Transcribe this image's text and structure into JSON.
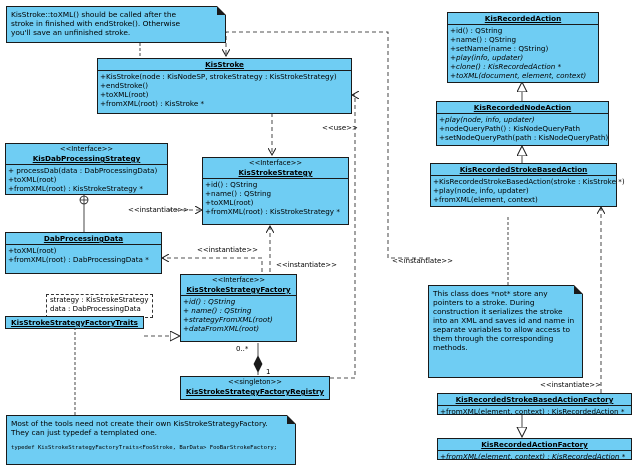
{
  "notes": {
    "tostroke": {
      "lines": [
        "KisStroke::toXML() should be called after the",
        "stroke in finished with endStroke(). Otherwise",
        "you'll save an unfinished stroke."
      ]
    },
    "no_pointer": {
      "text": "This class does *not* store any pointers to a stroke. During construction it serializes the stroke into an XML and saves id and name in separate variables to allow access to them through the corresponding methods."
    },
    "tools": {
      "lines": [
        "Most of the tools need not create their own KisStrokeStrategyFactory.",
        "They can just typedef a templated one."
      ],
      "code": "typedef KisStrokeStrategyFactoryTraits<FooStroke, BarData> FooBarStrokeFactory;"
    }
  },
  "classes": {
    "kis_stroke": {
      "name": "KisStroke",
      "ops": [
        "+KisStroke(node : KisNodeSP, strokeStrategy : KisStrokeStrategy)",
        "+endStroke()",
        "+toXML(root)",
        "+fromXML(root) : KisStroke *"
      ]
    },
    "dab_strategy": {
      "stereotype": "<<Interface>>",
      "name": "KisDabProcessingStrategy",
      "ops": [
        "+ processDab(data : DabProcessingData)",
        "+toXML(root)",
        "+fromXML(root) : KisStrokeStrategy *"
      ]
    },
    "stroke_strategy": {
      "stereotype": "<<Interface>>",
      "name": "KisStrokeStrategy",
      "ops": [
        "+id() : QString",
        "+name() : QString",
        "+toXML(root)",
        "+fromXML(root) : KisStrokeStrategy *"
      ]
    },
    "dab_data": {
      "name": "DabProcessingData",
      "ops": [
        "+toXML(root)",
        "+fromXML(root) : DabProcessingData *"
      ]
    },
    "factory": {
      "stereotype": "<<Interface>>",
      "name": "KisStrokeStrategyFactory",
      "ops": [
        "+id() : QString",
        "+ name() : QString",
        "+strategyFromXML(root)",
        "+dataFromXML(root)"
      ]
    },
    "traits": {
      "name": "KisStrokeStrategyFactoryTraits",
      "template": [
        "strategy : KisStrokeStrategy",
        "data : DabProcessingData"
      ]
    },
    "registry": {
      "stereotype": "<<singleton>>",
      "name": "KisStrokeStrategyFactoryRegistry"
    },
    "recorded_action": {
      "name": "KisRecordedAction",
      "ops": [
        "+id() : QString",
        "+name() : QString",
        "+setName(name : QString)",
        "+play(info, updater)",
        "+clone() : KisRecordedAction *",
        "+toXML(document, element, context)"
      ]
    },
    "recorded_node_action": {
      "name": "KisRecordedNodeAction",
      "ops": [
        "+play(node, info, updater)",
        "+nodeQueryPath() : KisNodeQueryPath",
        "+setNodeQueryPath(path : KisNodeQueryPath)"
      ]
    },
    "recorded_stroke_action": {
      "name": "KisRecordedStrokeBasedAction",
      "ops": [
        "+KisRecordedStrokeBasedAction(stroke : KisStroke *)",
        "+play(node, info, updater)",
        "+fromXML(element, context)"
      ]
    },
    "stroke_action_factory": {
      "name": "KisRecordedStrokeBasedActionFactory",
      "ops": [
        "+fromXML(element, context) : KisRecordedAction *"
      ]
    },
    "action_factory": {
      "name": "KisRecordedActionFactory",
      "ops": [
        "+fromXML(element, context) : KisRecordedAction *"
      ]
    }
  },
  "labels": {
    "use": "<<use>>",
    "instantiate_1": "<<instantiate>>",
    "instantiate_2": "<<instantiate>>",
    "instantiate_3": "<<instantiate>>",
    "instantiate_4": "<<instantiate>>",
    "instantiate_5": "<<instantiate>>",
    "mult_many": "0..*",
    "mult_one": "1"
  },
  "colors": {
    "class_fill": "#6fcdf3",
    "line": "#1a1a1a"
  }
}
